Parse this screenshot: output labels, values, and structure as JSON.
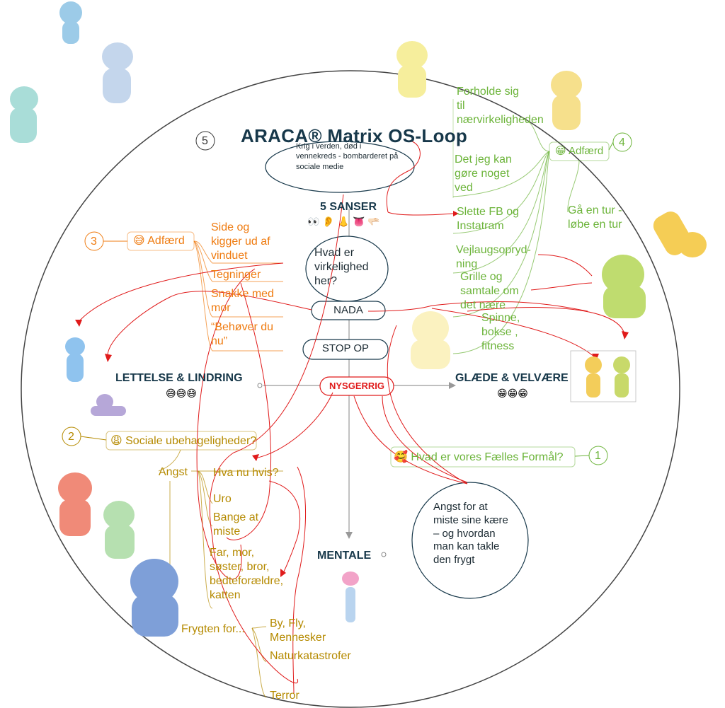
{
  "title": "ARACA® Matrix OS-Loop",
  "center": {
    "nysgerrig": "NYSGERRIG",
    "stop_op": "STOP OP",
    "nada": "NADA",
    "question": "Hvad er virkelighed her?",
    "senses_title": "5 SANSER",
    "senses_icons": "👀 👂 👃 👅 🫳🏻",
    "top_note": "Krig i verden, død i vennekreds - bombarderet på sociale medie",
    "bottom_note": "Angst for at miste sine kære – og hvordan man kan takle den frygt"
  },
  "quadrants": {
    "left": "LETTELSE & LINDRING",
    "left_emoji": "😅😅😅",
    "right": "GLÆDE & VELVÆRE",
    "right_emoji": "😁😁😁",
    "bottom": "MENTALE"
  },
  "branch1": {
    "number": "1",
    "label": "🥰 Hvad er vores Fælles Formål?"
  },
  "branch2": {
    "number": "2",
    "label": "😩 Sociale ubehageligheder?",
    "angst": "Angst",
    "angst_items": [
      "Hva nu hvis?",
      "Uro",
      "Bange at miste"
    ],
    "family": "Far, mor, søster, bror, bedteforældre, katten",
    "frygt": "Frygten for...",
    "frygt_items": [
      "By, Fly, Mennesker",
      "Naturkatastrofer",
      "Terror"
    ]
  },
  "branch3": {
    "number": "3",
    "label": "😅 Adfærd",
    "items": [
      "Side og kigger ud af vinduet",
      "Tegninger",
      "Snakke med mor",
      "“Behøver du nu”"
    ]
  },
  "branch4": {
    "number": "4",
    "label": "😁 Adfærd",
    "items": [
      "Forholde sig til nærvirkeligheden",
      "Det jeg kan gøre noget ved",
      "Slette FB og Instatram",
      "Vejlaugsopryd­ning",
      "Grille og samtale om det nære",
      "Spinne, bokse , fitness"
    ],
    "side_item": "Gå en tur - løbe en tur"
  },
  "branch5": {
    "number": "5"
  },
  "colors": {
    "orange": "#ef7b10",
    "green": "#6cb43a",
    "olive": "#b58a00",
    "red": "#e01b1b",
    "dark": "#17384a"
  }
}
